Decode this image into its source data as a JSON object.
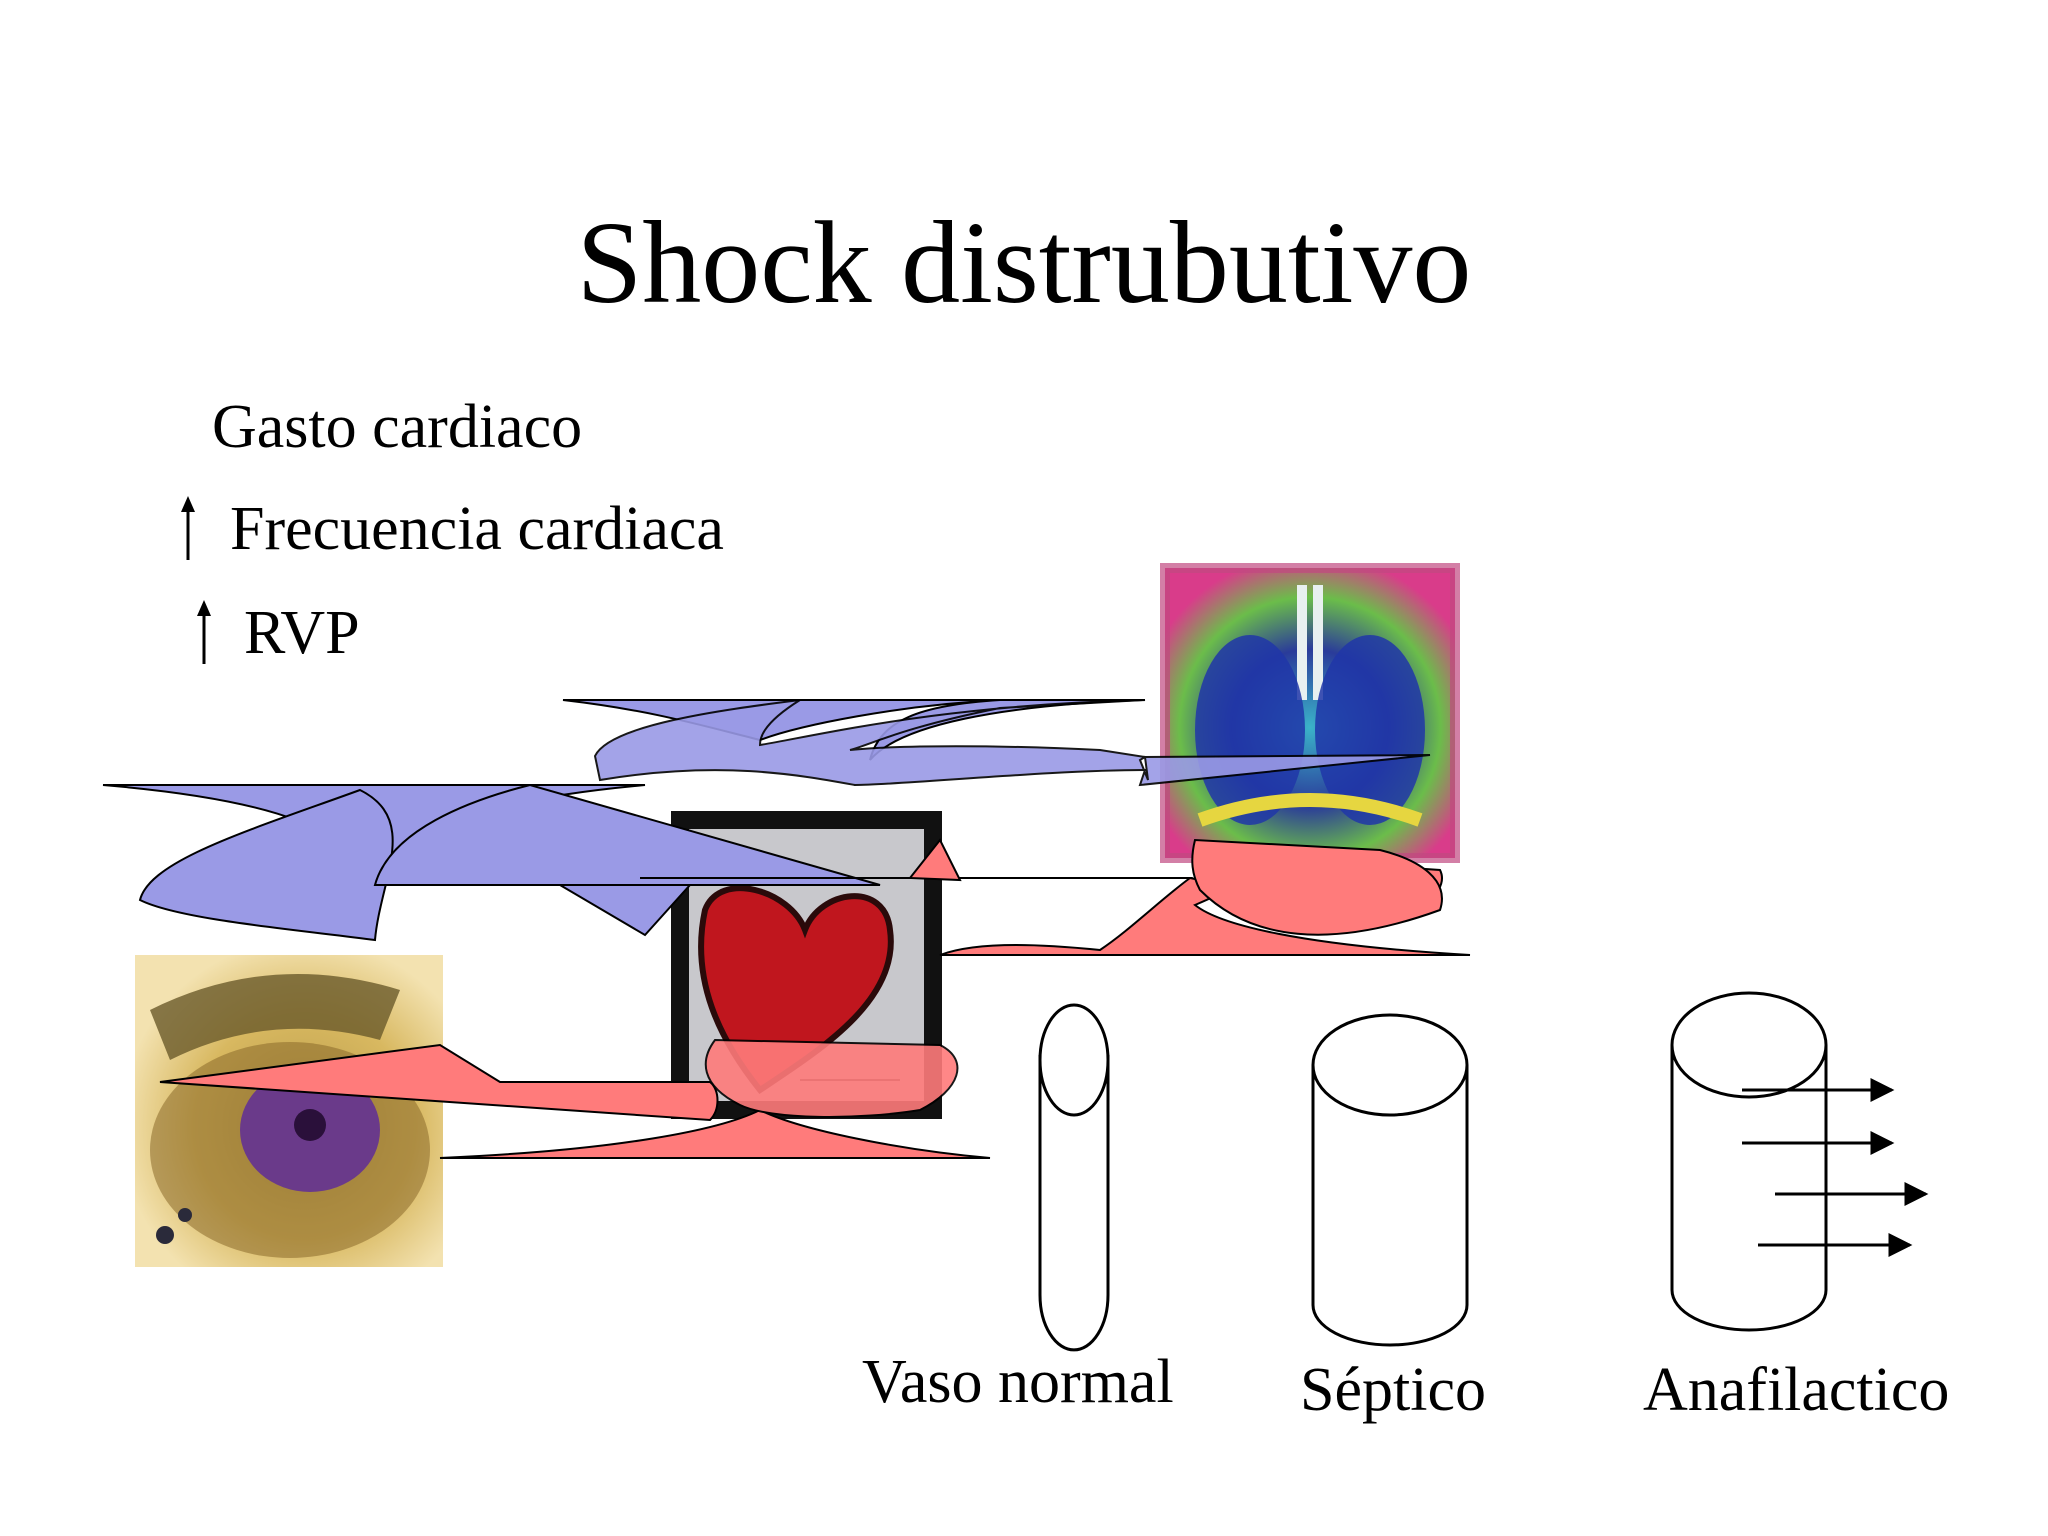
{
  "slide": {
    "title": "Shock distrubutivo",
    "bullets": [
      {
        "arrow": "",
        "text": "Gasto cardiaco"
      },
      {
        "arrow": "↑",
        "text": "Frecuencia cardiaca"
      },
      {
        "arrow": "↑",
        "text": "RVP"
      }
    ],
    "vessels": [
      {
        "label": "Vaso normal"
      },
      {
        "label": "Séptico"
      },
      {
        "label": "Anafilactico",
        "outflow_arrows": 4
      }
    ],
    "colors": {
      "background": "#ffffff",
      "venous_arrow": "#9a9ae6",
      "arterial_arrow": "#ff7b7b",
      "outline": "#000000"
    },
    "images": [
      {
        "name": "lungs-illustration"
      },
      {
        "name": "heart-painting"
      },
      {
        "name": "cell-illustration"
      }
    ]
  }
}
